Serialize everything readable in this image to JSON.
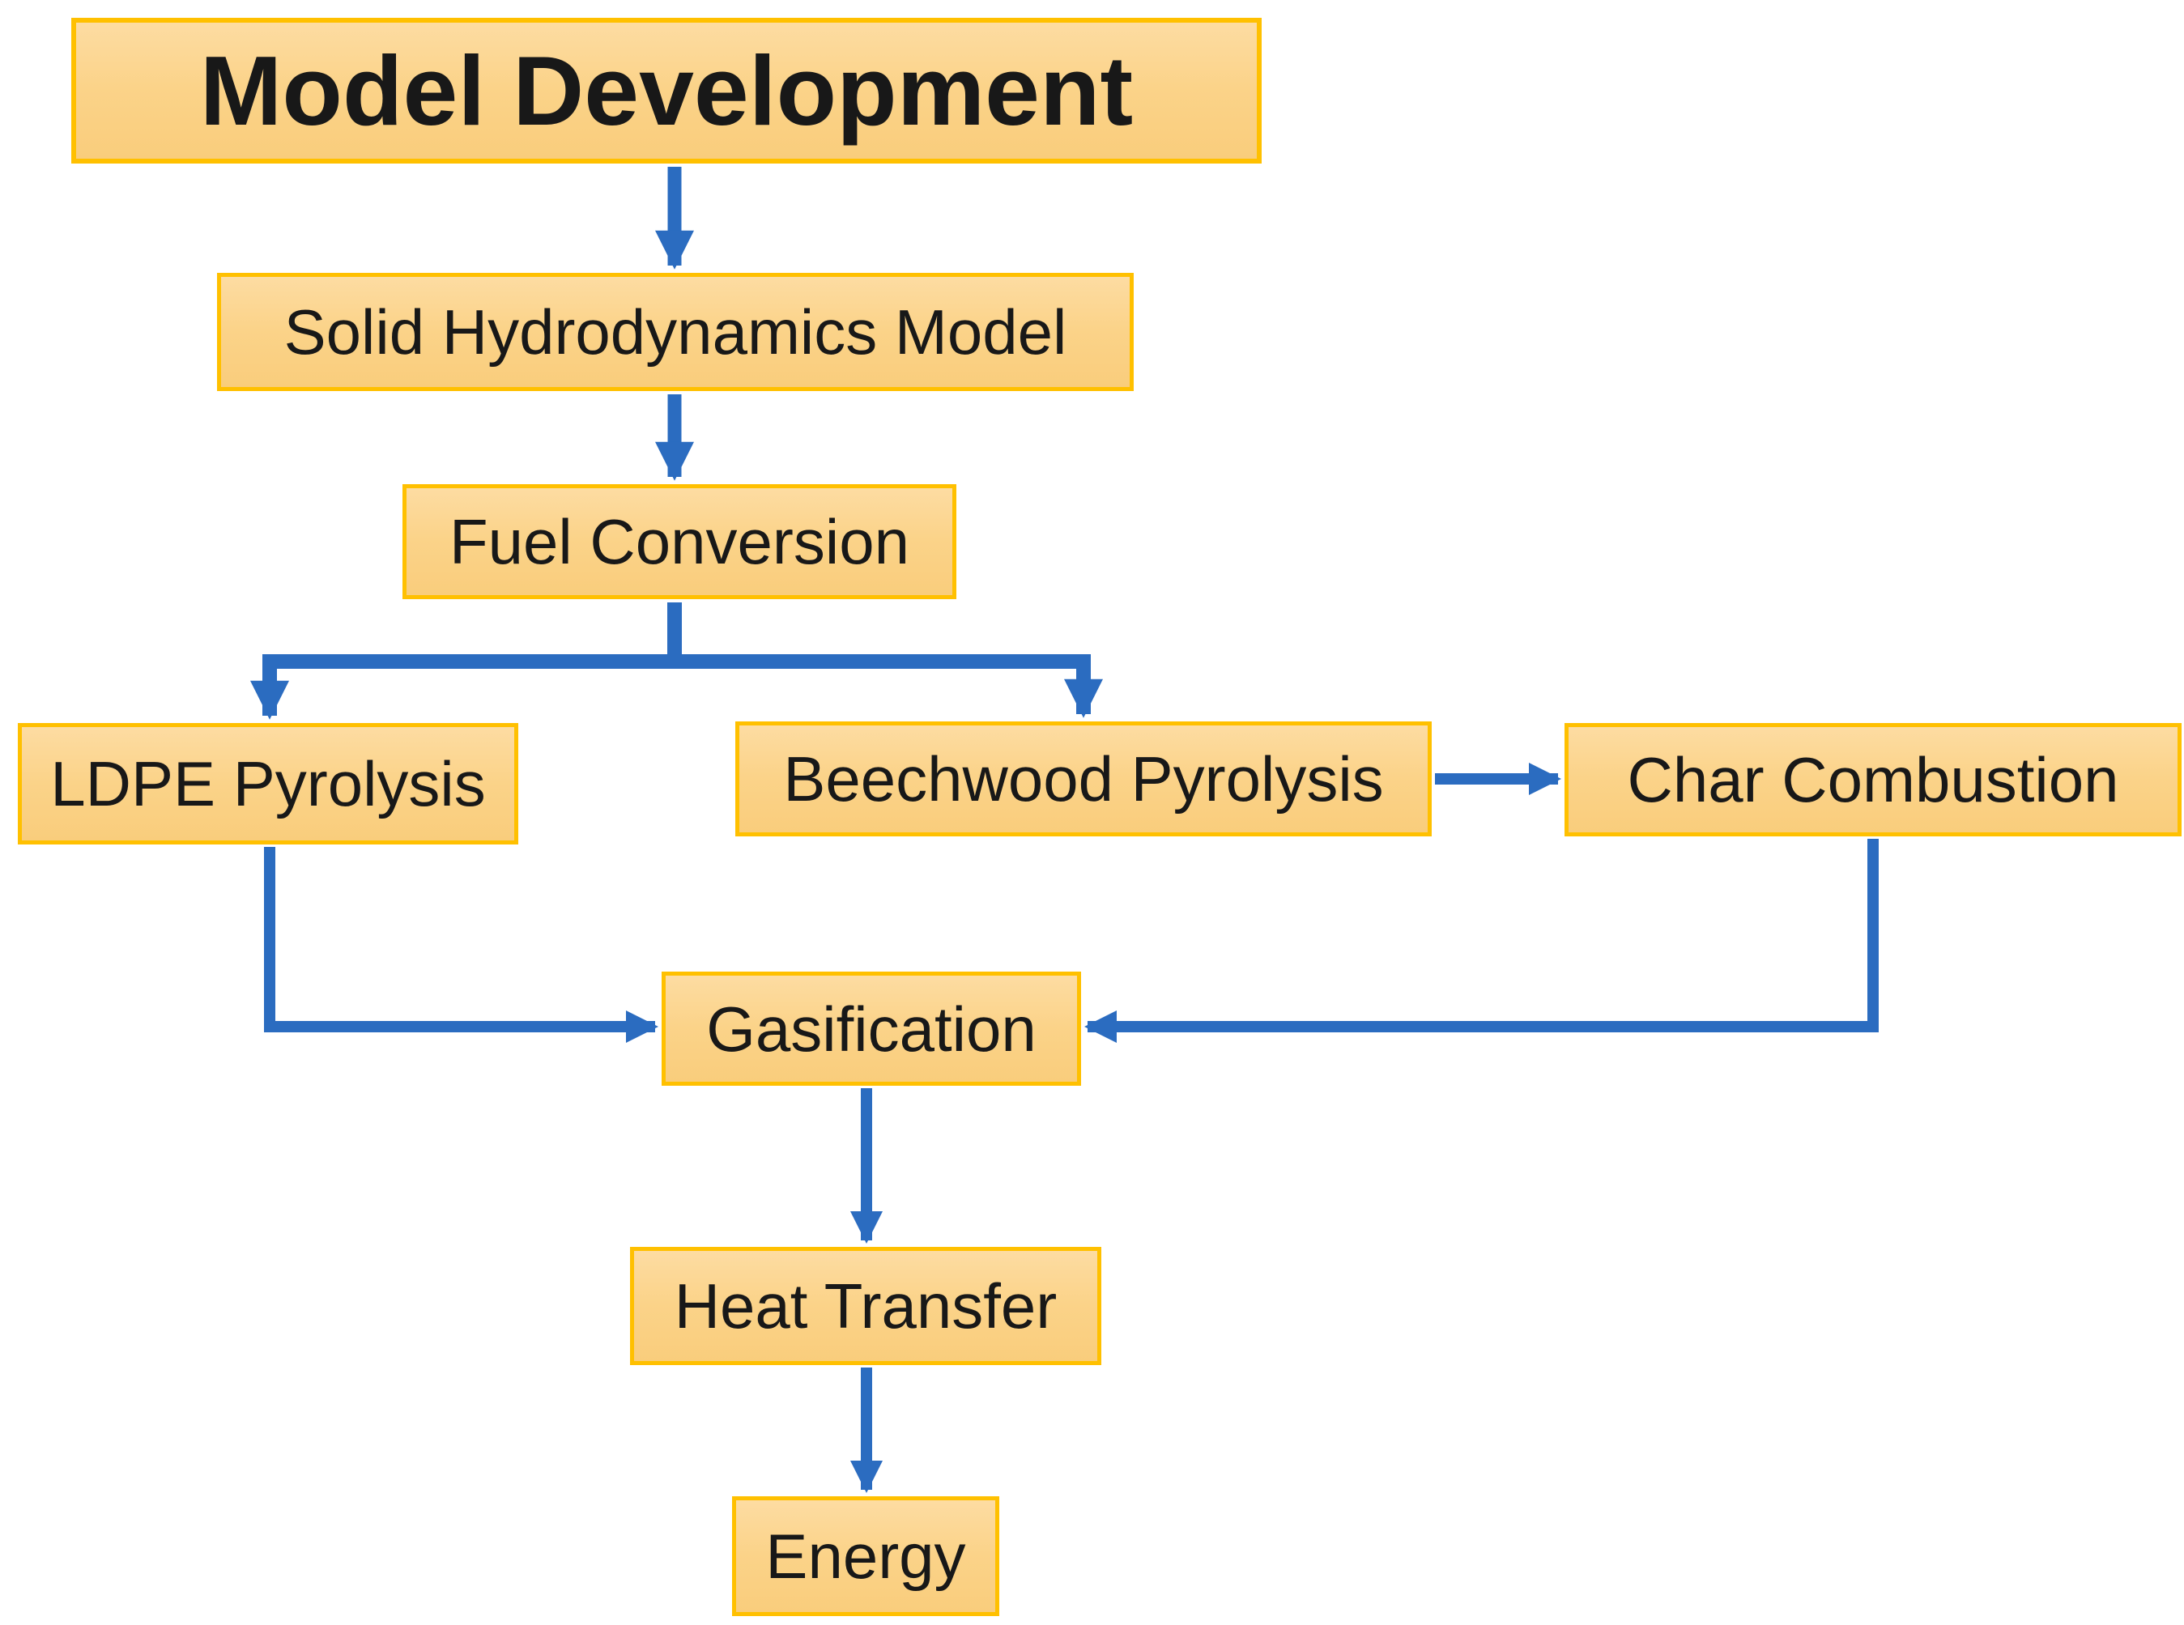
{
  "diagram": {
    "type": "flowchart",
    "nodes": [
      {
        "id": "model-development",
        "label": "Model Development"
      },
      {
        "id": "solid-hydrodynamics-model",
        "label": "Solid Hydrodynamics Model"
      },
      {
        "id": "fuel-conversion",
        "label": "Fuel Conversion"
      },
      {
        "id": "ldpe-pyrolysis",
        "label": "LDPE Pyrolysis"
      },
      {
        "id": "beechwood-pyrolysis",
        "label": "Beechwood Pyrolysis"
      },
      {
        "id": "char-combustion",
        "label": "Char Combustion"
      },
      {
        "id": "gasification",
        "label": "Gasification"
      },
      {
        "id": "heat-transfer",
        "label": "Heat Transfer"
      },
      {
        "id": "energy",
        "label": "Energy"
      }
    ],
    "edges": [
      {
        "from": "model-development",
        "to": "solid-hydrodynamics-model"
      },
      {
        "from": "solid-hydrodynamics-model",
        "to": "fuel-conversion"
      },
      {
        "from": "fuel-conversion",
        "to": "ldpe-pyrolysis"
      },
      {
        "from": "fuel-conversion",
        "to": "beechwood-pyrolysis"
      },
      {
        "from": "beechwood-pyrolysis",
        "to": "char-combustion"
      },
      {
        "from": "ldpe-pyrolysis",
        "to": "gasification"
      },
      {
        "from": "char-combustion",
        "to": "gasification"
      },
      {
        "from": "gasification",
        "to": "heat-transfer"
      },
      {
        "from": "heat-transfer",
        "to": "energy"
      }
    ],
    "colors": {
      "background": "#FFFFFF",
      "node_fill_top": "#FDDCA2",
      "node_fill_mid": "#FBD389",
      "node_fill_bottom": "#F9CD7C",
      "node_border": "#FFC000",
      "arrow": "#2B6CC0",
      "text": "#181818"
    }
  }
}
